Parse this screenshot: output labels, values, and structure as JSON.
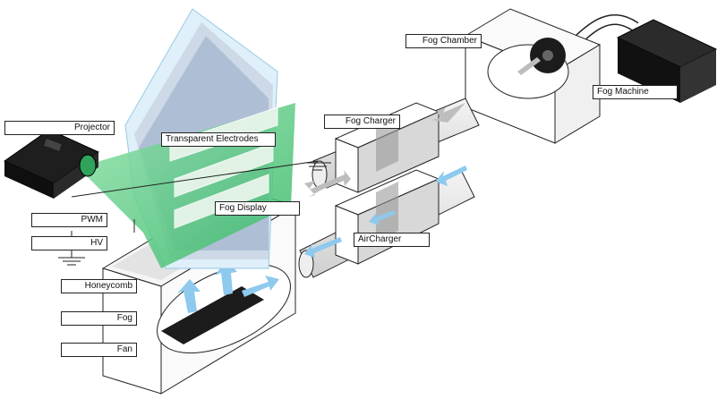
{
  "labels": {
    "projector": "Projector",
    "transparent_electrodes": "Transparent Electrodes",
    "pwm": "PWM",
    "hv": "HV",
    "fog_display": "Fog Display",
    "honeycomb": "Honeycomb",
    "fog": "Fog",
    "fan": "Fan",
    "fog_chamber": "Fog Chamber",
    "fog_machine": "Fog Machine",
    "fog_charger": "Fog Charger",
    "air_charger": "AirCharger"
  },
  "colors": {
    "fog_screen_green": "#3fbf6a",
    "air_arrow_blue": "#8ec9ee",
    "fog_arrow_gray": "#bdbdbd",
    "outline": "#222222"
  },
  "icons": [
    "projector-icon",
    "fan-icon",
    "ground-icon",
    "fog-machine-icon"
  ]
}
